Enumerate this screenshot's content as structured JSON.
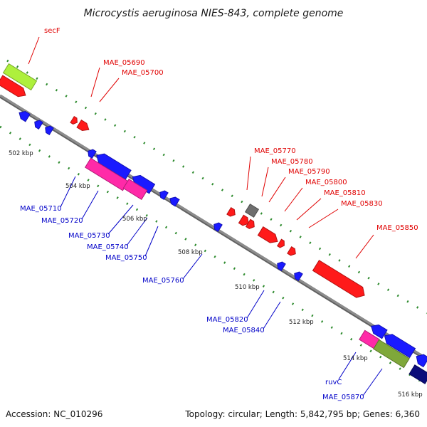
{
  "title": "Microcystis aeruginosa NIES-843, complete genome",
  "footer": {
    "accession": "Accession: NC_010296",
    "summary": "Topology: circular; Length: 5,842,795 bp; Genes: 6,360"
  },
  "colors": {
    "backbone": "#8c8c8c",
    "forward_label": "#e00000",
    "reverse_label": "#0000c8",
    "tick_dots": "#2e8b2e",
    "red_gene": "#ff1a1a",
    "blue_gene": "#1a1aff",
    "magenta_gene": "#ff2aa8",
    "lime_gene": "#aef03c",
    "grey_gene": "#6e6e6e",
    "olive_gene": "#7fa83a",
    "navy_gene": "#0c0c7a"
  },
  "kbp_ticks": [
    "502 kbp",
    "504 kbp",
    "506 kbp",
    "508 kbp",
    "510 kbp",
    "512 kbp",
    "514 kbp",
    "516 kbp"
  ],
  "forward_labels": [
    "secF",
    "MAE_05690",
    "MAE_05700",
    "MAE_05770",
    "MAE_05780",
    "MAE_05790",
    "MAE_05800",
    "MAE_05810",
    "MAE_05830",
    "MAE_05850"
  ],
  "reverse_labels": [
    "MAE_05710",
    "MAE_05720",
    "MAE_05730",
    "MAE_05740",
    "MAE_05750",
    "MAE_05760",
    "MAE_05820",
    "MAE_05840",
    "ruvC",
    "MAE_05870"
  ]
}
